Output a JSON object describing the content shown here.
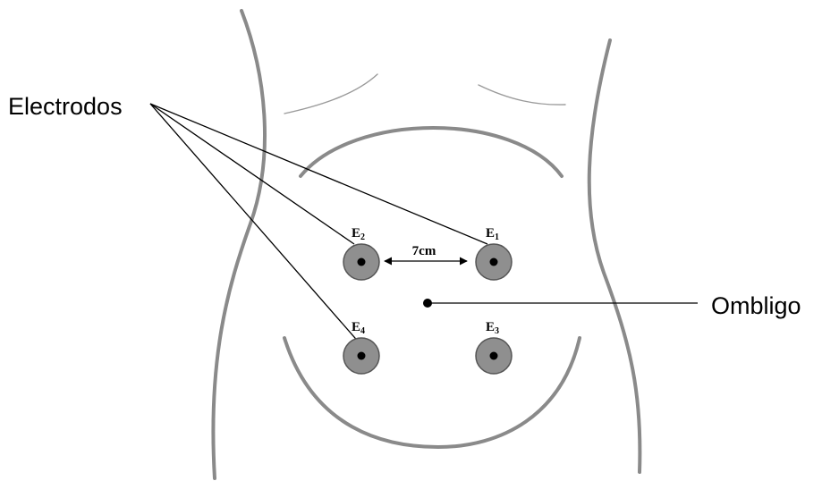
{
  "labels": {
    "electrodes": "Electrodos",
    "navel": "Ombligo",
    "distance": "7cm"
  },
  "electrodes": [
    {
      "id": "e1",
      "letter": "E",
      "index": "1"
    },
    {
      "id": "e2",
      "letter": "E",
      "index": "2"
    },
    {
      "id": "e3",
      "letter": "E",
      "index": "3"
    },
    {
      "id": "e4",
      "letter": "E",
      "index": "4"
    }
  ],
  "colors": {
    "body_outline": "#8a8a8a",
    "electrode_fill": "#8f8f8f",
    "electrode_center": "#000000",
    "leader_lines": "#000000"
  }
}
